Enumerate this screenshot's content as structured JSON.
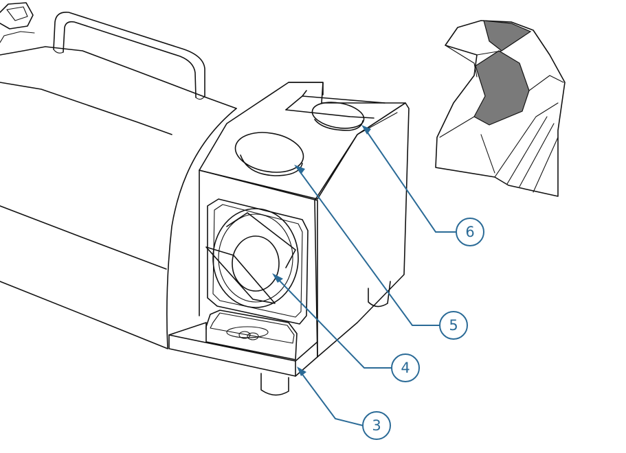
{
  "callouts": [
    {
      "id": "3",
      "label": "3"
    },
    {
      "id": "4",
      "label": "4"
    },
    {
      "id": "5",
      "label": "5"
    },
    {
      "id": "6",
      "label": "6"
    }
  ],
  "colors": {
    "callout": "#2a6a96",
    "outline": "#111111",
    "shade": "#7a7a7a"
  }
}
